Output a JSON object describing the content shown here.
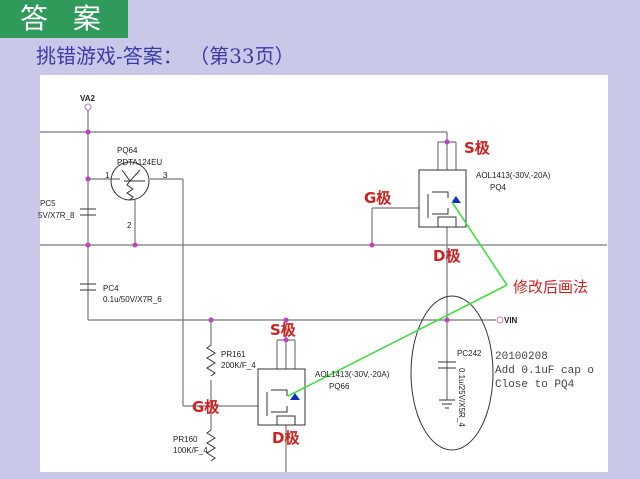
{
  "header": {
    "title": "答 案",
    "subtitle": "挑错游戏-答案：  （第33页）"
  },
  "schematic": {
    "va2": "VA2",
    "vin": "VIN",
    "pq64": {
      "ref": "PQ64",
      "part": "PDTA124EU",
      "pin1": "1",
      "pin2": "2",
      "pin3": "3"
    },
    "pc5": {
      "ref": "PC5",
      "value": "5V/X7R_8"
    },
    "pc4": {
      "ref": "PC4",
      "value": "0.1u/50V/X7R_6"
    },
    "pq4": {
      "ref": "PQ4",
      "part": "AOL1413(-30V,-20A)"
    },
    "pq66": {
      "ref": "PQ66",
      "part": "AOL1413(-30V,-20A)"
    },
    "pr161": {
      "ref": "PR161",
      "value": "200K/F_4"
    },
    "pr160": {
      "ref": "PR160",
      "value": "100K/F_4"
    },
    "pc242": {
      "ref": "PC242",
      "value": "0.1u/25V/X5R_4"
    },
    "note": [
      "20100208",
      "Add 0.1uF cap o",
      "Close to PQ4"
    ],
    "labels": {
      "s": "S极",
      "g": "G极",
      "d": "D极",
      "fix": "修改后画法"
    }
  },
  "colors": {
    "header": "#2f9a5a",
    "annotation": "#d02020",
    "arrow": "#44dd44"
  }
}
